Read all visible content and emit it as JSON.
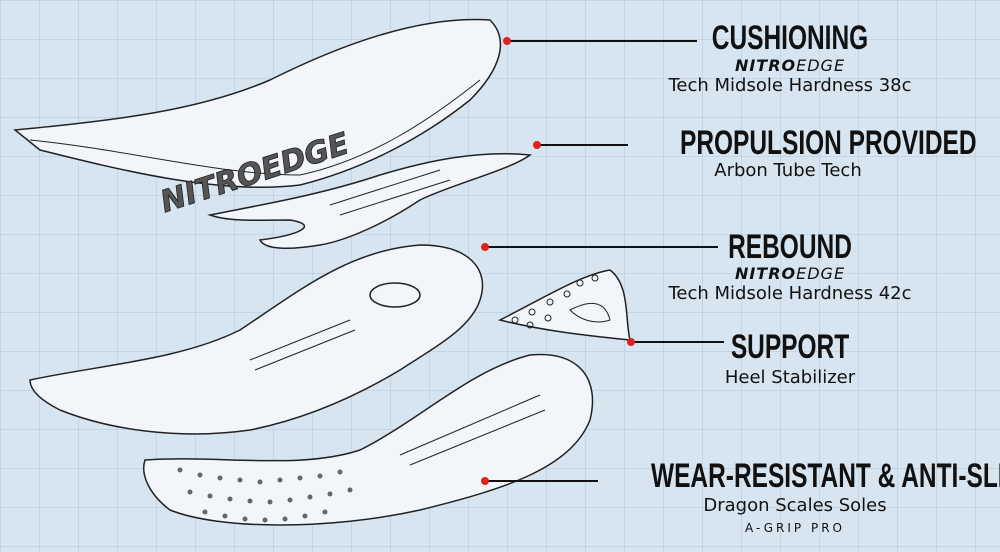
{
  "callouts": [
    {
      "title": "CUSHIONING",
      "brand_bold": "NITRO",
      "brand_light": "EDGE",
      "subtitle": "Tech Midsole Hardness 38c"
    },
    {
      "title": "PROPULSION PROVIDED",
      "subtitle": "Arbon Tube Tech"
    },
    {
      "title": "REBOUND",
      "brand_bold": "NITRO",
      "brand_light": "EDGE",
      "subtitle": "Tech Midsole Hardness 42c"
    },
    {
      "title": "SUPPORT",
      "subtitle": "Heel Stabilizer"
    },
    {
      "title": "WEAR-RESISTANT & ANTI-SLIP",
      "subtitle": "Dragon Scales Soles",
      "brand": "A-GRIP PRO"
    }
  ],
  "midsole_text": "NITROEDGE",
  "colors": {
    "background": "#d7e5f1",
    "dot": "#e02020",
    "line": "#111111"
  }
}
